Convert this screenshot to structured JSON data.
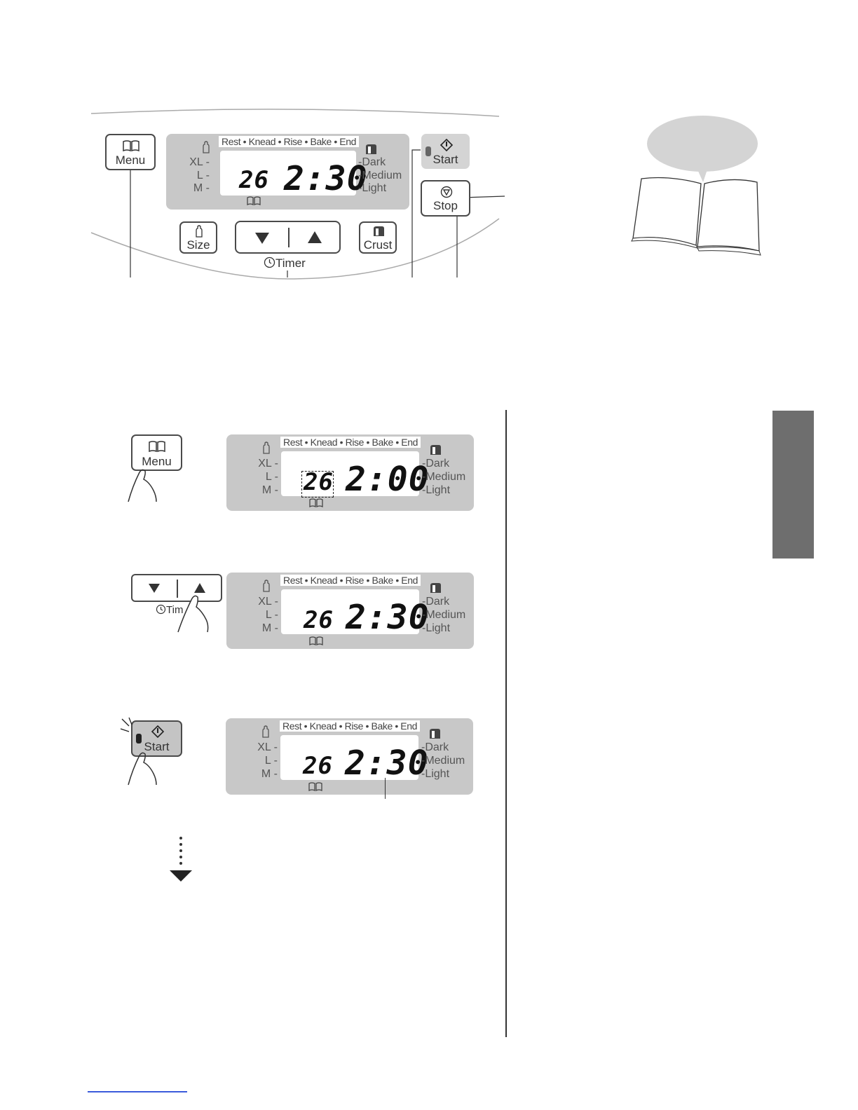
{
  "panel": {
    "menu_label": "Menu",
    "size_label": "Size",
    "crust_label": "Crust",
    "timer_label": "Timer",
    "start_label": "Start",
    "stop_label": "Stop",
    "stages": "Rest • Knead • Rise • Bake • End",
    "sizes": [
      "XL",
      "L",
      "M"
    ],
    "crusts": [
      "Dark",
      "Medium",
      "Light"
    ]
  },
  "top_display": {
    "menu_no": "26",
    "time": "2:30"
  },
  "steps": [
    {
      "menu_no": "26",
      "time": "2:00"
    },
    {
      "menu_no": "26",
      "time": "2:30",
      "timer_label": "Tim"
    },
    {
      "menu_no": "26",
      "time": "2:30"
    }
  ],
  "icons": [
    "book-icon",
    "loaf-size-icon",
    "crust-icon",
    "clock-icon",
    "start-diamond-icon",
    "stop-icon",
    "hand-pointer-icon",
    "down-arrow-icon",
    "up-arrow-icon"
  ],
  "colors": {
    "panel_gray": "#c8c8c8",
    "side_tab": "#6e6e6e",
    "link_blue": "#3b5bdb"
  }
}
